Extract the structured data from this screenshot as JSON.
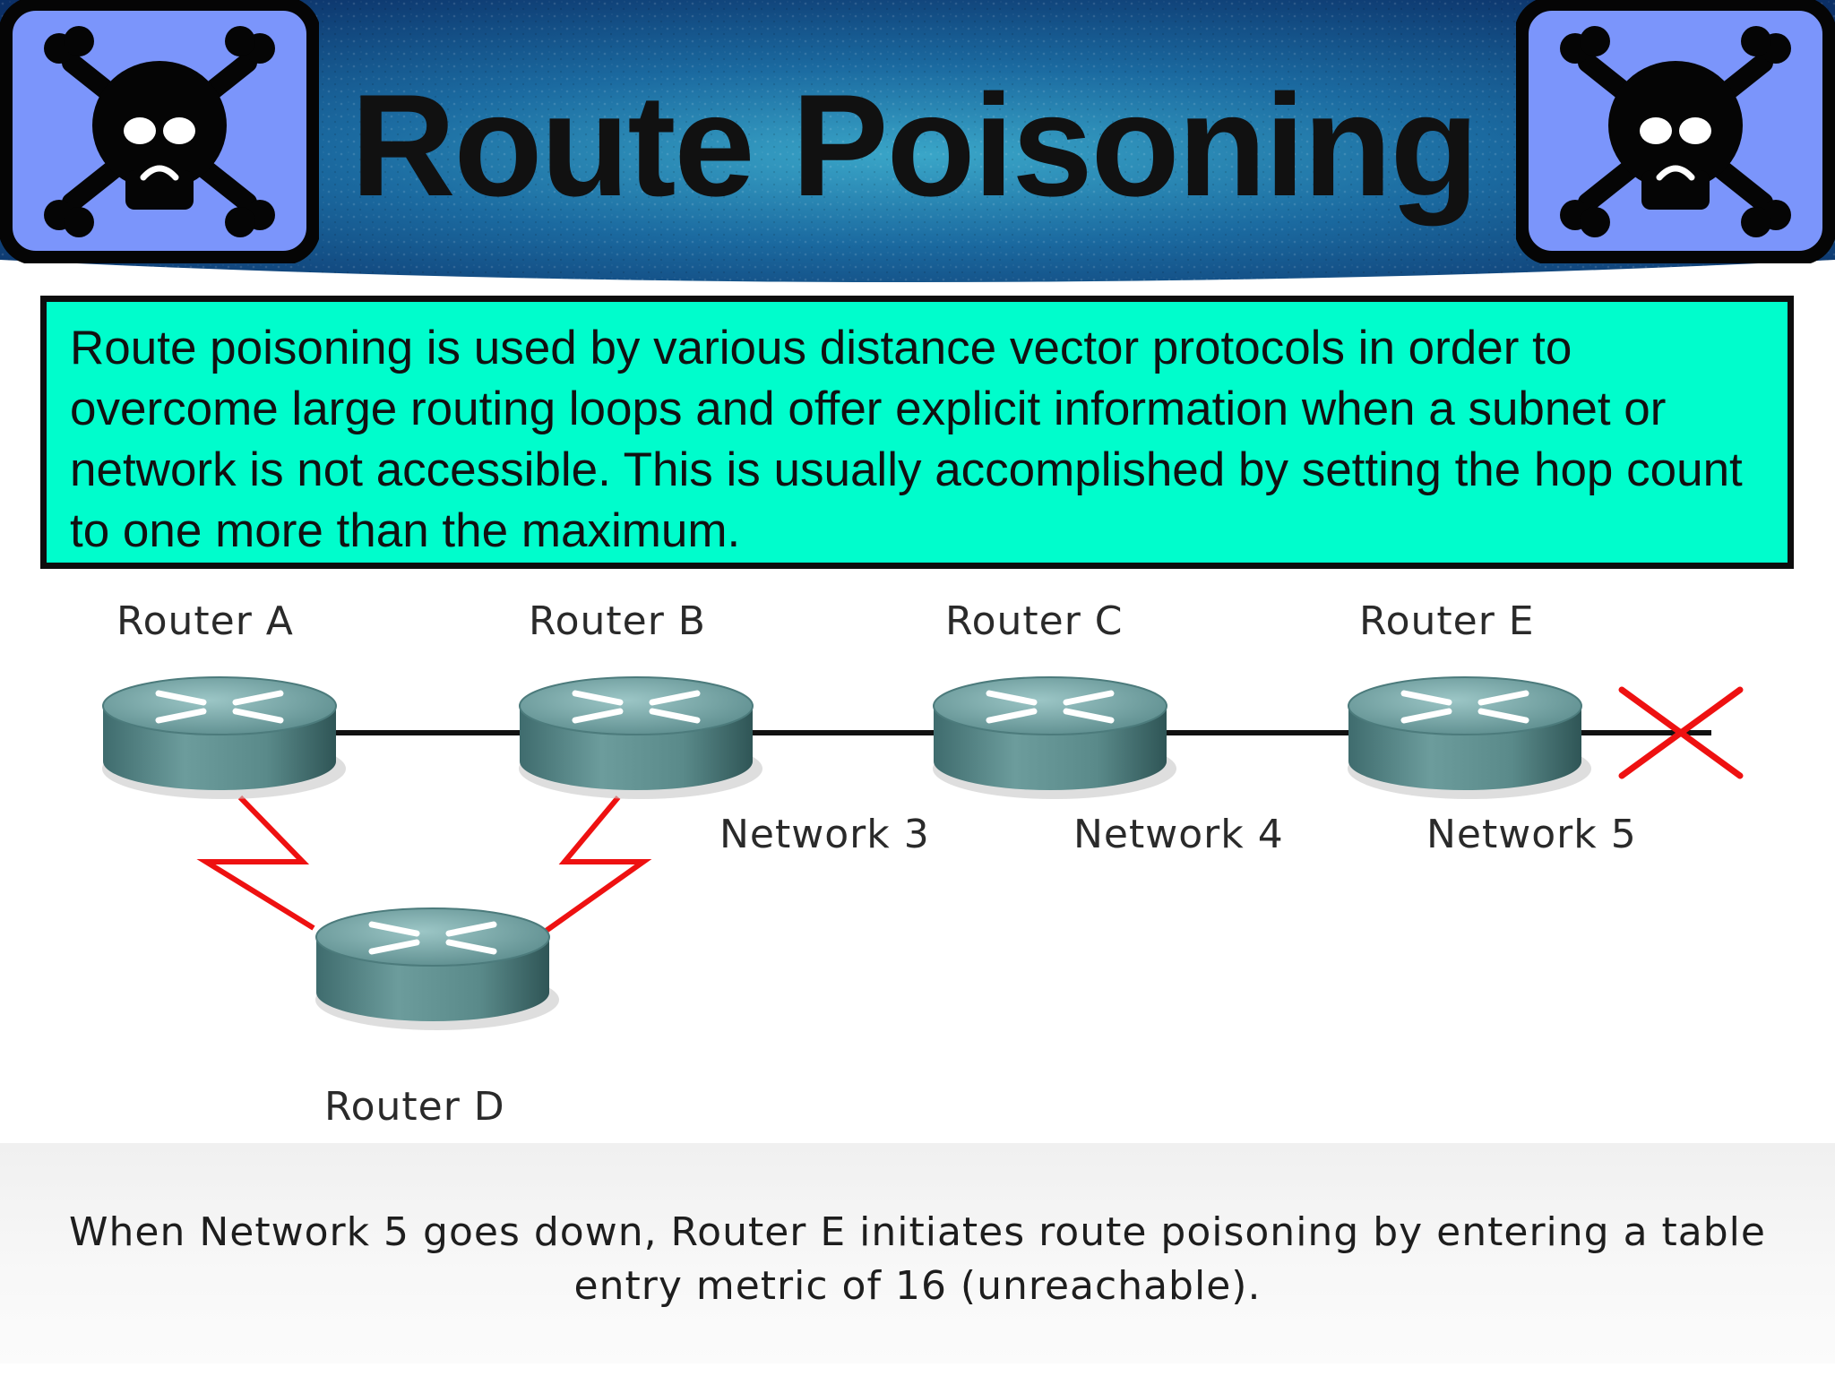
{
  "title": "Route Poisoning",
  "icons": {
    "left": "skull-crossbones-icon",
    "right": "skull-crossbones-icon"
  },
  "description": "Route poisoning is used by various distance vector protocols in order to overcome large routing loops and offer explicit information when a subnet or network is not accessible. This is usually accomplished by setting the hop count to one more than the maximum.",
  "diagram": {
    "routers": {
      "a": "Router A",
      "b": "Router B",
      "c": "Router C",
      "e": "Router E",
      "d": "Router D"
    },
    "networks": {
      "n3": "Network 3",
      "n4": "Network 4",
      "n5": "Network 5"
    },
    "failed_link_marker": "x-mark-icon"
  },
  "caption": "When Network 5 goes down, Router E initiates route poisoning by entering a table entry metric of 16 (unreachable).",
  "colors": {
    "header_blue": "#1b6aa0",
    "icon_bg": "#7b95fb",
    "info_box": "#00fdcc",
    "serial_link": "#ee1111",
    "router": "#5f8f8f"
  }
}
